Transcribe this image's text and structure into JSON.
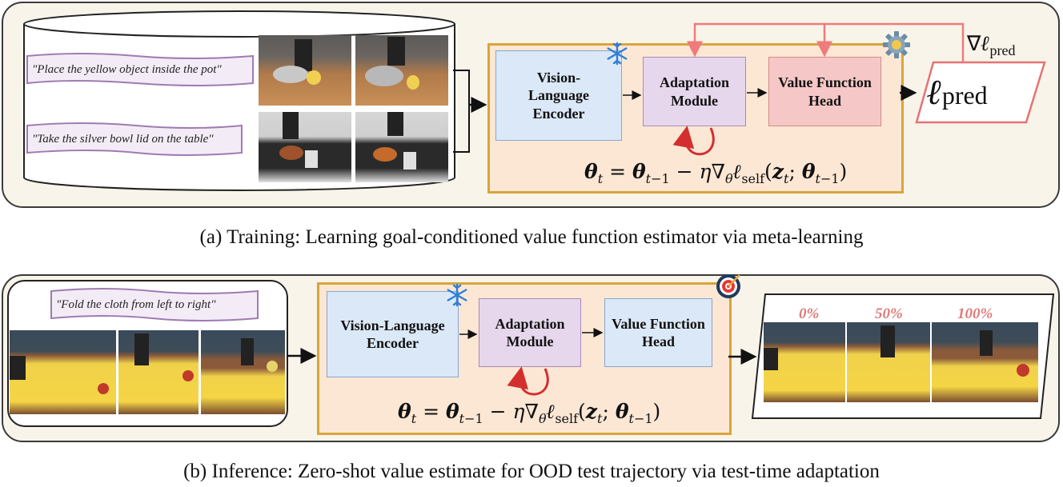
{
  "training": {
    "prompts": [
      "\"Place the yellow object inside the pot\"",
      "\"Take the silver bowl lid on the table\""
    ],
    "encoder_label": "Vision-Language Encoder",
    "adaptation_label": "Adaptation Module",
    "value_head_label": "Value Function Head",
    "update_rule": "θt = θt−1 − η∇θℓself(zt; θt−1)",
    "loss_label": "ℓpred",
    "gradient_label": "∇ℓpred",
    "caption": "(a) Training: Learning goal-conditioned value function estimator via meta-learning"
  },
  "inference": {
    "prompt": "\"Fold the cloth from left to right\"",
    "encoder_label": "Vision-Language Encoder",
    "adaptation_label": "Adaptation Module",
    "value_head_label": "Value Function Head",
    "update_rule": "θt = θt−1 − η∇θℓself(zt; θt−1)",
    "progress_labels": [
      "0%",
      "50%",
      "100%"
    ],
    "caption": "(b) Inference: Zero-shot value estimate for OOD test trajectory via test-time adaptation"
  },
  "icons": {
    "frozen": "snowflake-icon",
    "trainable": "gear-icon",
    "test_time": "target-icon"
  },
  "colors": {
    "panel_bg": "#f8f4ea",
    "module_bg": "#fce7d4",
    "module_border": "#d9a53a",
    "encoder_bg": "#dbe8f7",
    "adaptation_bg": "#e6d7ec",
    "value_head_train_bg": "#f6c7c7",
    "loss_border": "#e57373",
    "loop_arrow": "#d32f2f",
    "progress_text": "#e07a7a"
  }
}
